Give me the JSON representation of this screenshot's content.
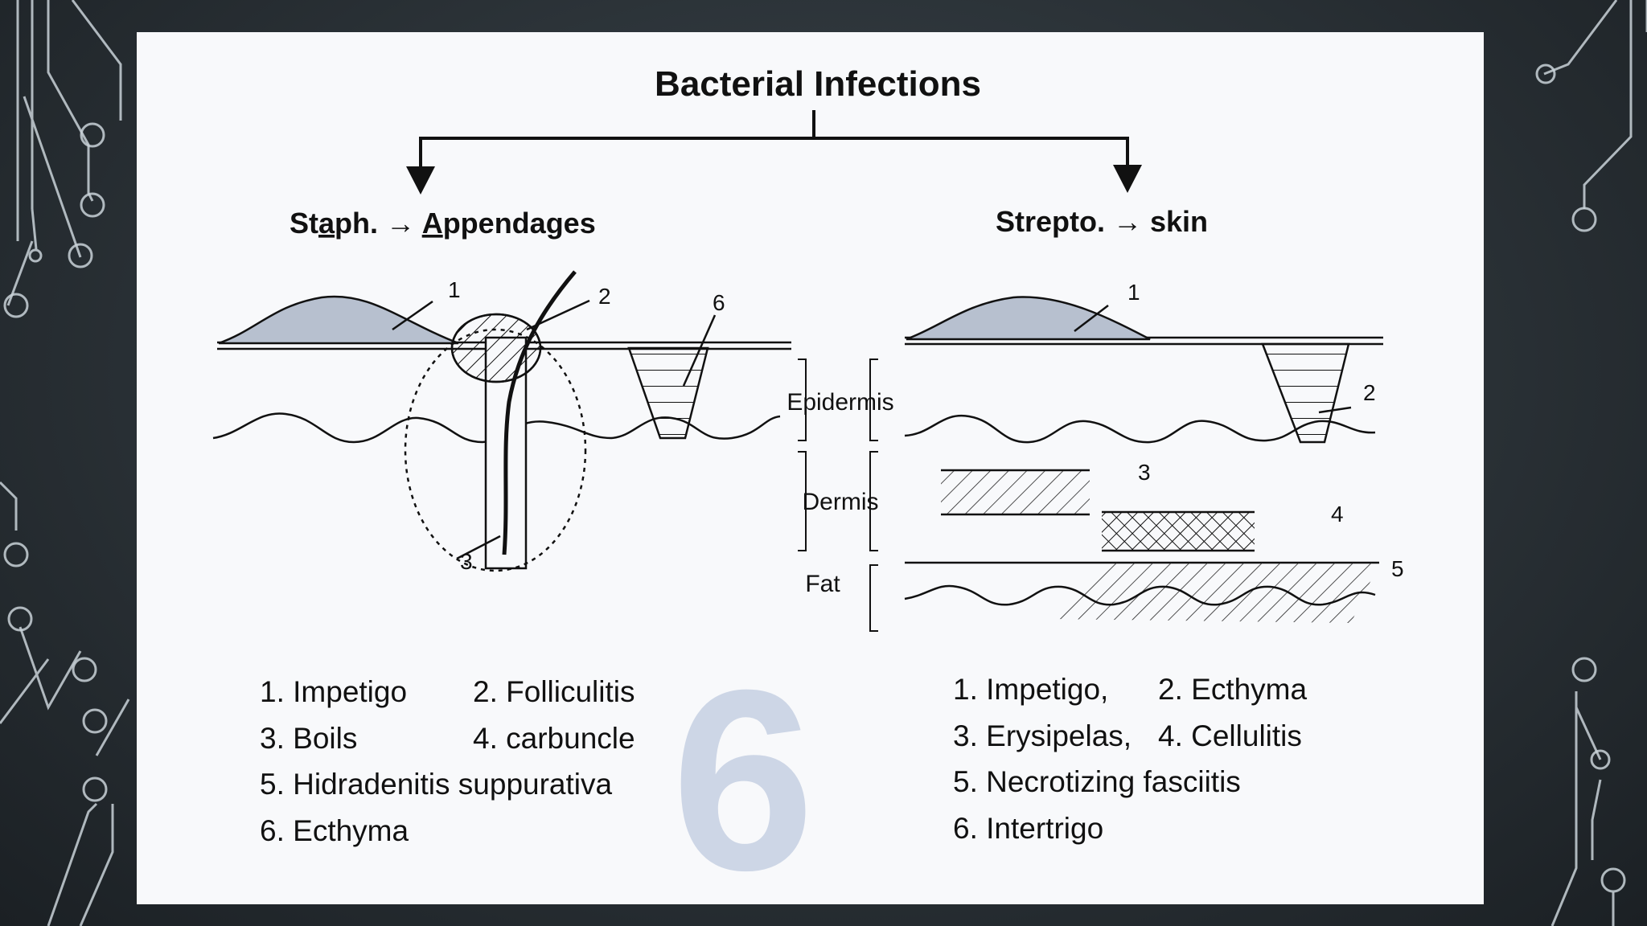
{
  "diagram": {
    "title": "Bacterial Infections",
    "left_head": {
      "prefix": "St",
      "a": "a",
      "ph": "ph. ",
      "arrow": "→",
      "A": "A",
      "rest": "ppendages"
    },
    "right_head": "Strepto. → skin",
    "left_numbers": [
      "1",
      "2",
      "6",
      "3"
    ],
    "right_numbers": [
      "1",
      "2",
      "3",
      "4",
      "5"
    ],
    "layers": [
      "Epidermis",
      "Dermis",
      "Fat"
    ],
    "watermark": "6"
  },
  "staph_list": [
    "1. Impetigo",
    "2. Folliculitis",
    "3. Boils",
    "4. carbuncle",
    "5. Hidradenitis suppurativa",
    "6. Ecthyma"
  ],
  "strep_list": [
    "1. Impetigo,",
    "2. Ecthyma",
    "3. Erysipelas,",
    "4. Cellulitis",
    "5. Necrotizing fasciitis",
    "6. Intertrigo"
  ],
  "colors": {
    "slide_bg": "#f8f9fb",
    "ink": "#111111",
    "lesion_fill": "#b7c0cf",
    "watermark": "#cdd6e6",
    "circuit": "#c9d2d8"
  }
}
